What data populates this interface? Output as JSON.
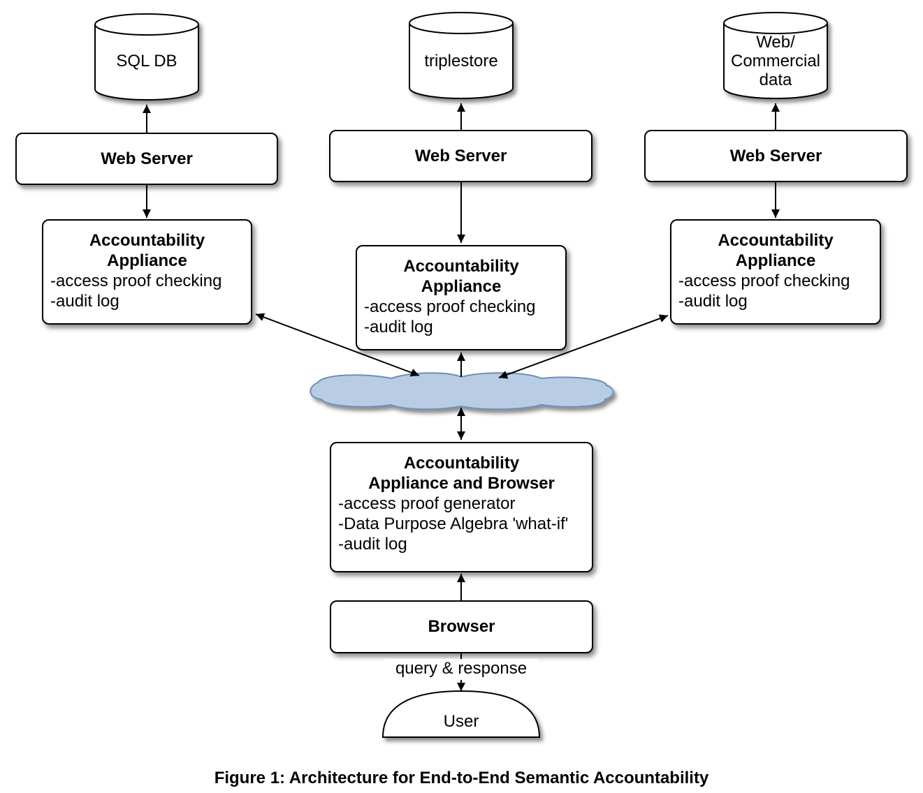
{
  "databases": [
    {
      "label": "SQL DB"
    },
    {
      "label": "triplestore"
    },
    {
      "label_lines": [
        "Web/",
        "Commercial",
        "data"
      ]
    }
  ],
  "web_server_label": "Web Server",
  "appliances": [
    {
      "title_lines": [
        "Accountability",
        "Appliance"
      ],
      "items": [
        "-access proof checking",
        "-audit log"
      ]
    },
    {
      "title_lines": [
        "Accountability",
        "Appliance"
      ],
      "items": [
        "-access proof checking",
        "-audit log"
      ]
    },
    {
      "title_lines": [
        "Accountability",
        "Appliance"
      ],
      "items": [
        "-access proof checking",
        "-audit log"
      ]
    }
  ],
  "browser_appliance": {
    "title_lines": [
      "Accountability",
      "Appliance and Browser"
    ],
    "items": [
      "-access proof generator",
      "-Data Purpose Algebra 'what-if'",
      "-audit log"
    ]
  },
  "browser_label": "Browser",
  "edge_label": "query & response",
  "user_label": "User",
  "caption": "Figure 1: Architecture for End-to-End Semantic Accountability",
  "colors": {
    "cloud_fill": "#b8cde4",
    "cloud_stroke": "#6d8fb8",
    "line": "#000000"
  }
}
